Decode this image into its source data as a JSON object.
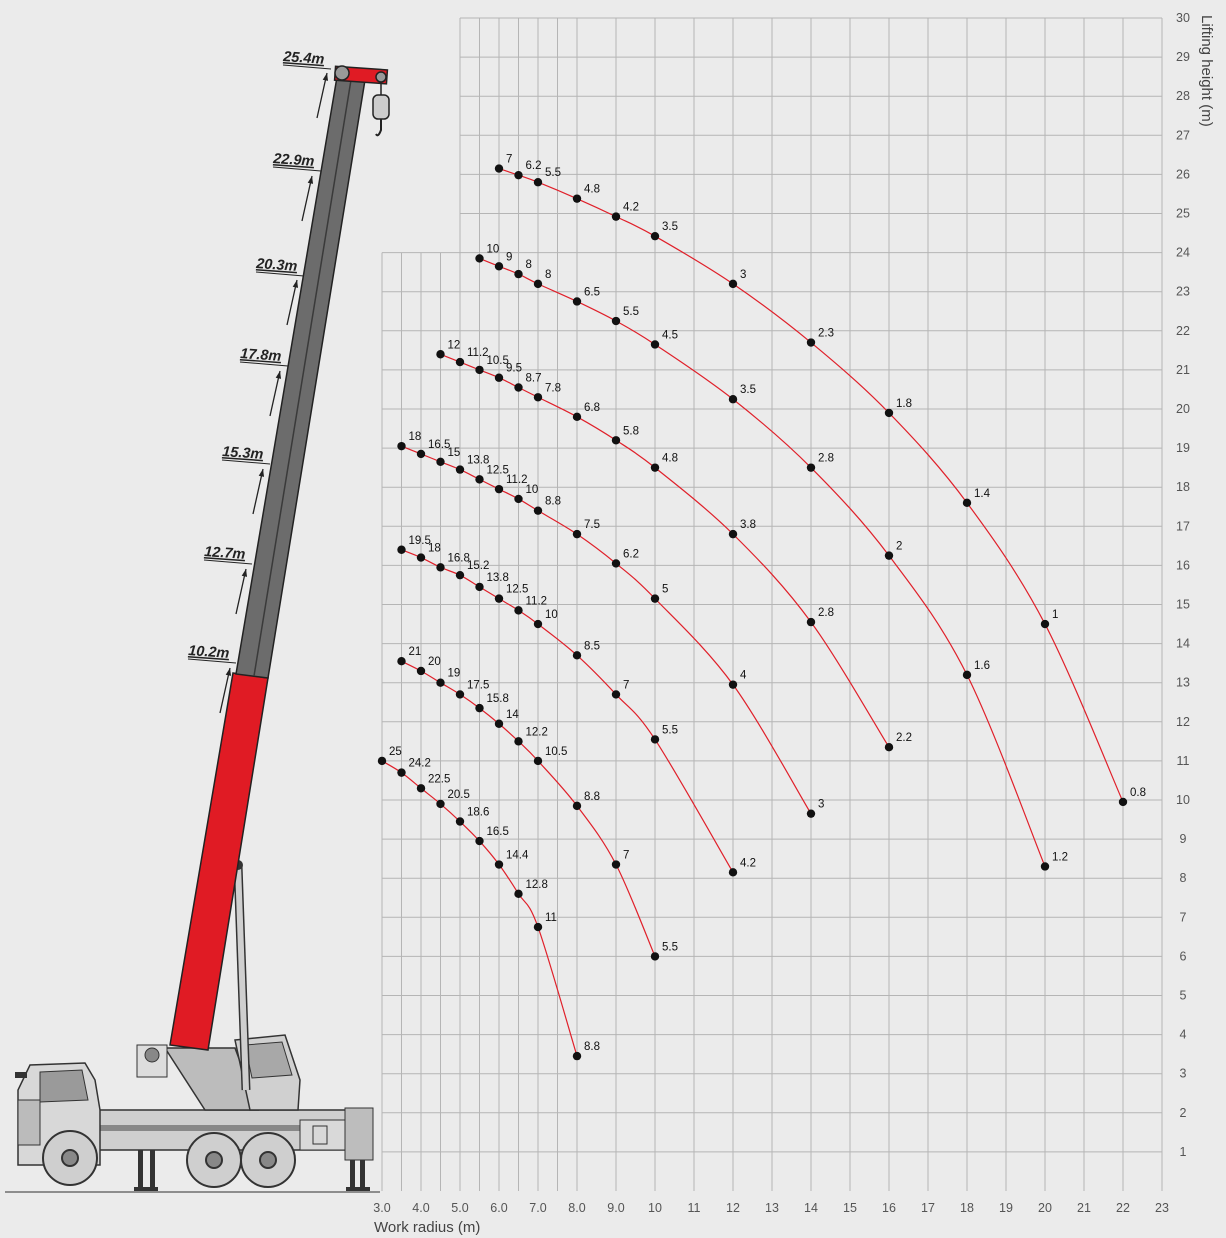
{
  "chart_data": {
    "type": "line",
    "xlabel": "Work radius (m)",
    "ylabel": "Lifting height (m)",
    "xlim": [
      3,
      23
    ],
    "ylim": [
      0,
      30
    ],
    "x_ticks": [
      "3.0",
      "4.0",
      "5.0",
      "6.0",
      "7.0",
      "8.0",
      "9.0",
      "10",
      "11",
      "12",
      "13",
      "14",
      "15",
      "16",
      "17",
      "18",
      "19",
      "20",
      "21",
      "22",
      "23"
    ],
    "y_ticks": [
      "1",
      "2",
      "3",
      "4",
      "5",
      "6",
      "7",
      "8",
      "9",
      "10",
      "11",
      "12",
      "13",
      "14",
      "15",
      "16",
      "17",
      "18",
      "19",
      "20",
      "21",
      "22",
      "23",
      "24",
      "25",
      "26",
      "27",
      "28",
      "29",
      "30"
    ],
    "grid": true,
    "line_color": "#e0202a",
    "series": [
      {
        "points": [
          {
            "x": 3.0,
            "y": 11.0,
            "label": "25"
          },
          {
            "x": 3.5,
            "y": 10.7,
            "label": "24.2"
          },
          {
            "x": 4.0,
            "y": 10.3,
            "label": "22.5"
          },
          {
            "x": 4.5,
            "y": 9.9,
            "label": "20.5"
          },
          {
            "x": 5.0,
            "y": 9.45,
            "label": "18.6"
          },
          {
            "x": 5.5,
            "y": 8.95,
            "label": "16.5"
          },
          {
            "x": 6.0,
            "y": 8.35,
            "label": "14.4"
          },
          {
            "x": 6.5,
            "y": 7.6,
            "label": "12.8"
          },
          {
            "x": 7.0,
            "y": 6.75,
            "label": "11"
          },
          {
            "x": 8.0,
            "y": 3.45,
            "label": "8.8"
          }
        ]
      },
      {
        "points": [
          {
            "x": 3.5,
            "y": 13.55,
            "label": "21"
          },
          {
            "x": 4.0,
            "y": 13.3,
            "label": "20"
          },
          {
            "x": 4.5,
            "y": 13.0,
            "label": "19"
          },
          {
            "x": 5.0,
            "y": 12.7,
            "label": "17.5"
          },
          {
            "x": 5.5,
            "y": 12.35,
            "label": "15.8"
          },
          {
            "x": 6.0,
            "y": 11.95,
            "label": "14"
          },
          {
            "x": 6.5,
            "y": 11.5,
            "label": "12.2"
          },
          {
            "x": 7.0,
            "y": 11.0,
            "label": "10.5"
          },
          {
            "x": 8.0,
            "y": 9.85,
            "label": "8.8"
          },
          {
            "x": 9.0,
            "y": 8.35,
            "label": "7"
          },
          {
            "x": 10.0,
            "y": 6.0,
            "label": "5.5"
          }
        ]
      },
      {
        "points": [
          {
            "x": 3.5,
            "y": 16.4,
            "label": "19.5"
          },
          {
            "x": 4.0,
            "y": 16.2,
            "label": "18"
          },
          {
            "x": 4.5,
            "y": 15.95,
            "label": "16.8"
          },
          {
            "x": 5.0,
            "y": 15.75,
            "label": "15.2"
          },
          {
            "x": 5.5,
            "y": 15.45,
            "label": "13.8"
          },
          {
            "x": 6.0,
            "y": 15.15,
            "label": "12.5"
          },
          {
            "x": 6.5,
            "y": 14.85,
            "label": "11.2"
          },
          {
            "x": 7.0,
            "y": 14.5,
            "label": "10"
          },
          {
            "x": 8.0,
            "y": 13.7,
            "label": "8.5"
          },
          {
            "x": 9.0,
            "y": 12.7,
            "label": "7"
          },
          {
            "x": 10.0,
            "y": 11.55,
            "label": "5.5"
          },
          {
            "x": 12.0,
            "y": 8.15,
            "label": "4.2"
          }
        ]
      },
      {
        "points": [
          {
            "x": 3.5,
            "y": 19.05,
            "label": "18"
          },
          {
            "x": 4.0,
            "y": 18.85,
            "label": "16.5"
          },
          {
            "x": 4.5,
            "y": 18.65,
            "label": "15"
          },
          {
            "x": 5.0,
            "y": 18.45,
            "label": "13.8"
          },
          {
            "x": 5.5,
            "y": 18.2,
            "label": "12.5"
          },
          {
            "x": 6.0,
            "y": 17.95,
            "label": "11.2"
          },
          {
            "x": 6.5,
            "y": 17.7,
            "label": "10"
          },
          {
            "x": 7.0,
            "y": 17.4,
            "label": "8.8"
          },
          {
            "x": 8.0,
            "y": 16.8,
            "label": "7.5"
          },
          {
            "x": 9.0,
            "y": 16.05,
            "label": "6.2"
          },
          {
            "x": 10.0,
            "y": 15.15,
            "label": "5"
          },
          {
            "x": 12.0,
            "y": 12.95,
            "label": "4"
          },
          {
            "x": 14.0,
            "y": 9.65,
            "label": "3"
          }
        ]
      },
      {
        "points": [
          {
            "x": 4.5,
            "y": 21.4,
            "label": "12"
          },
          {
            "x": 5.0,
            "y": 21.2,
            "label": "11.2"
          },
          {
            "x": 5.5,
            "y": 21.0,
            "label": "10.5"
          },
          {
            "x": 6.0,
            "y": 20.8,
            "label": "9.5"
          },
          {
            "x": 6.5,
            "y": 20.55,
            "label": "8.7"
          },
          {
            "x": 7.0,
            "y": 20.3,
            "label": "7.8"
          },
          {
            "x": 8.0,
            "y": 19.8,
            "label": "6.8"
          },
          {
            "x": 9.0,
            "y": 19.2,
            "label": "5.8"
          },
          {
            "x": 10.0,
            "y": 18.5,
            "label": "4.8"
          },
          {
            "x": 12.0,
            "y": 16.8,
            "label": "3.8"
          },
          {
            "x": 14.0,
            "y": 14.55,
            "label": "2.8"
          },
          {
            "x": 16.0,
            "y": 11.35,
            "label": "2.2"
          }
        ]
      },
      {
        "points": [
          {
            "x": 5.5,
            "y": 23.85,
            "label": "10"
          },
          {
            "x": 6.0,
            "y": 23.65,
            "label": "9"
          },
          {
            "x": 6.5,
            "y": 23.45,
            "label": "8"
          },
          {
            "x": 7.0,
            "y": 23.2,
            "label": "8"
          },
          {
            "x": 8.0,
            "y": 22.75,
            "label": "6.5"
          },
          {
            "x": 9.0,
            "y": 22.25,
            "label": "5.5"
          },
          {
            "x": 10.0,
            "y": 21.65,
            "label": "4.5"
          },
          {
            "x": 12.0,
            "y": 20.25,
            "label": "3.5"
          },
          {
            "x": 14.0,
            "y": 18.5,
            "label": "2.8"
          },
          {
            "x": 16.0,
            "y": 16.25,
            "label": "2"
          },
          {
            "x": 18.0,
            "y": 13.2,
            "label": "1.6"
          },
          {
            "x": 20.0,
            "y": 8.3,
            "label": "1.2"
          }
        ]
      },
      {
        "points": [
          {
            "x": 6.0,
            "y": 26.15,
            "label": "7"
          },
          {
            "x": 6.5,
            "y": 25.98,
            "label": "6.2"
          },
          {
            "x": 7.0,
            "y": 25.8,
            "label": "5.5"
          },
          {
            "x": 8.0,
            "y": 25.38,
            "label": "4.8"
          },
          {
            "x": 9.0,
            "y": 24.92,
            "label": "4.2"
          },
          {
            "x": 10.0,
            "y": 24.42,
            "label": "3.5"
          },
          {
            "x": 12.0,
            "y": 23.2,
            "label": "3"
          },
          {
            "x": 14.0,
            "y": 21.7,
            "label": "2.3"
          },
          {
            "x": 16.0,
            "y": 19.9,
            "label": "1.8"
          },
          {
            "x": 18.0,
            "y": 17.6,
            "label": "1.4"
          },
          {
            "x": 20.0,
            "y": 14.5,
            "label": "1"
          },
          {
            "x": 22.0,
            "y": 9.95,
            "label": "0.8"
          }
        ]
      }
    ],
    "boom_lengths": [
      "10.2m",
      "12.7m",
      "15.3m",
      "17.8m",
      "20.3m",
      "22.9m",
      "25.4m"
    ]
  }
}
